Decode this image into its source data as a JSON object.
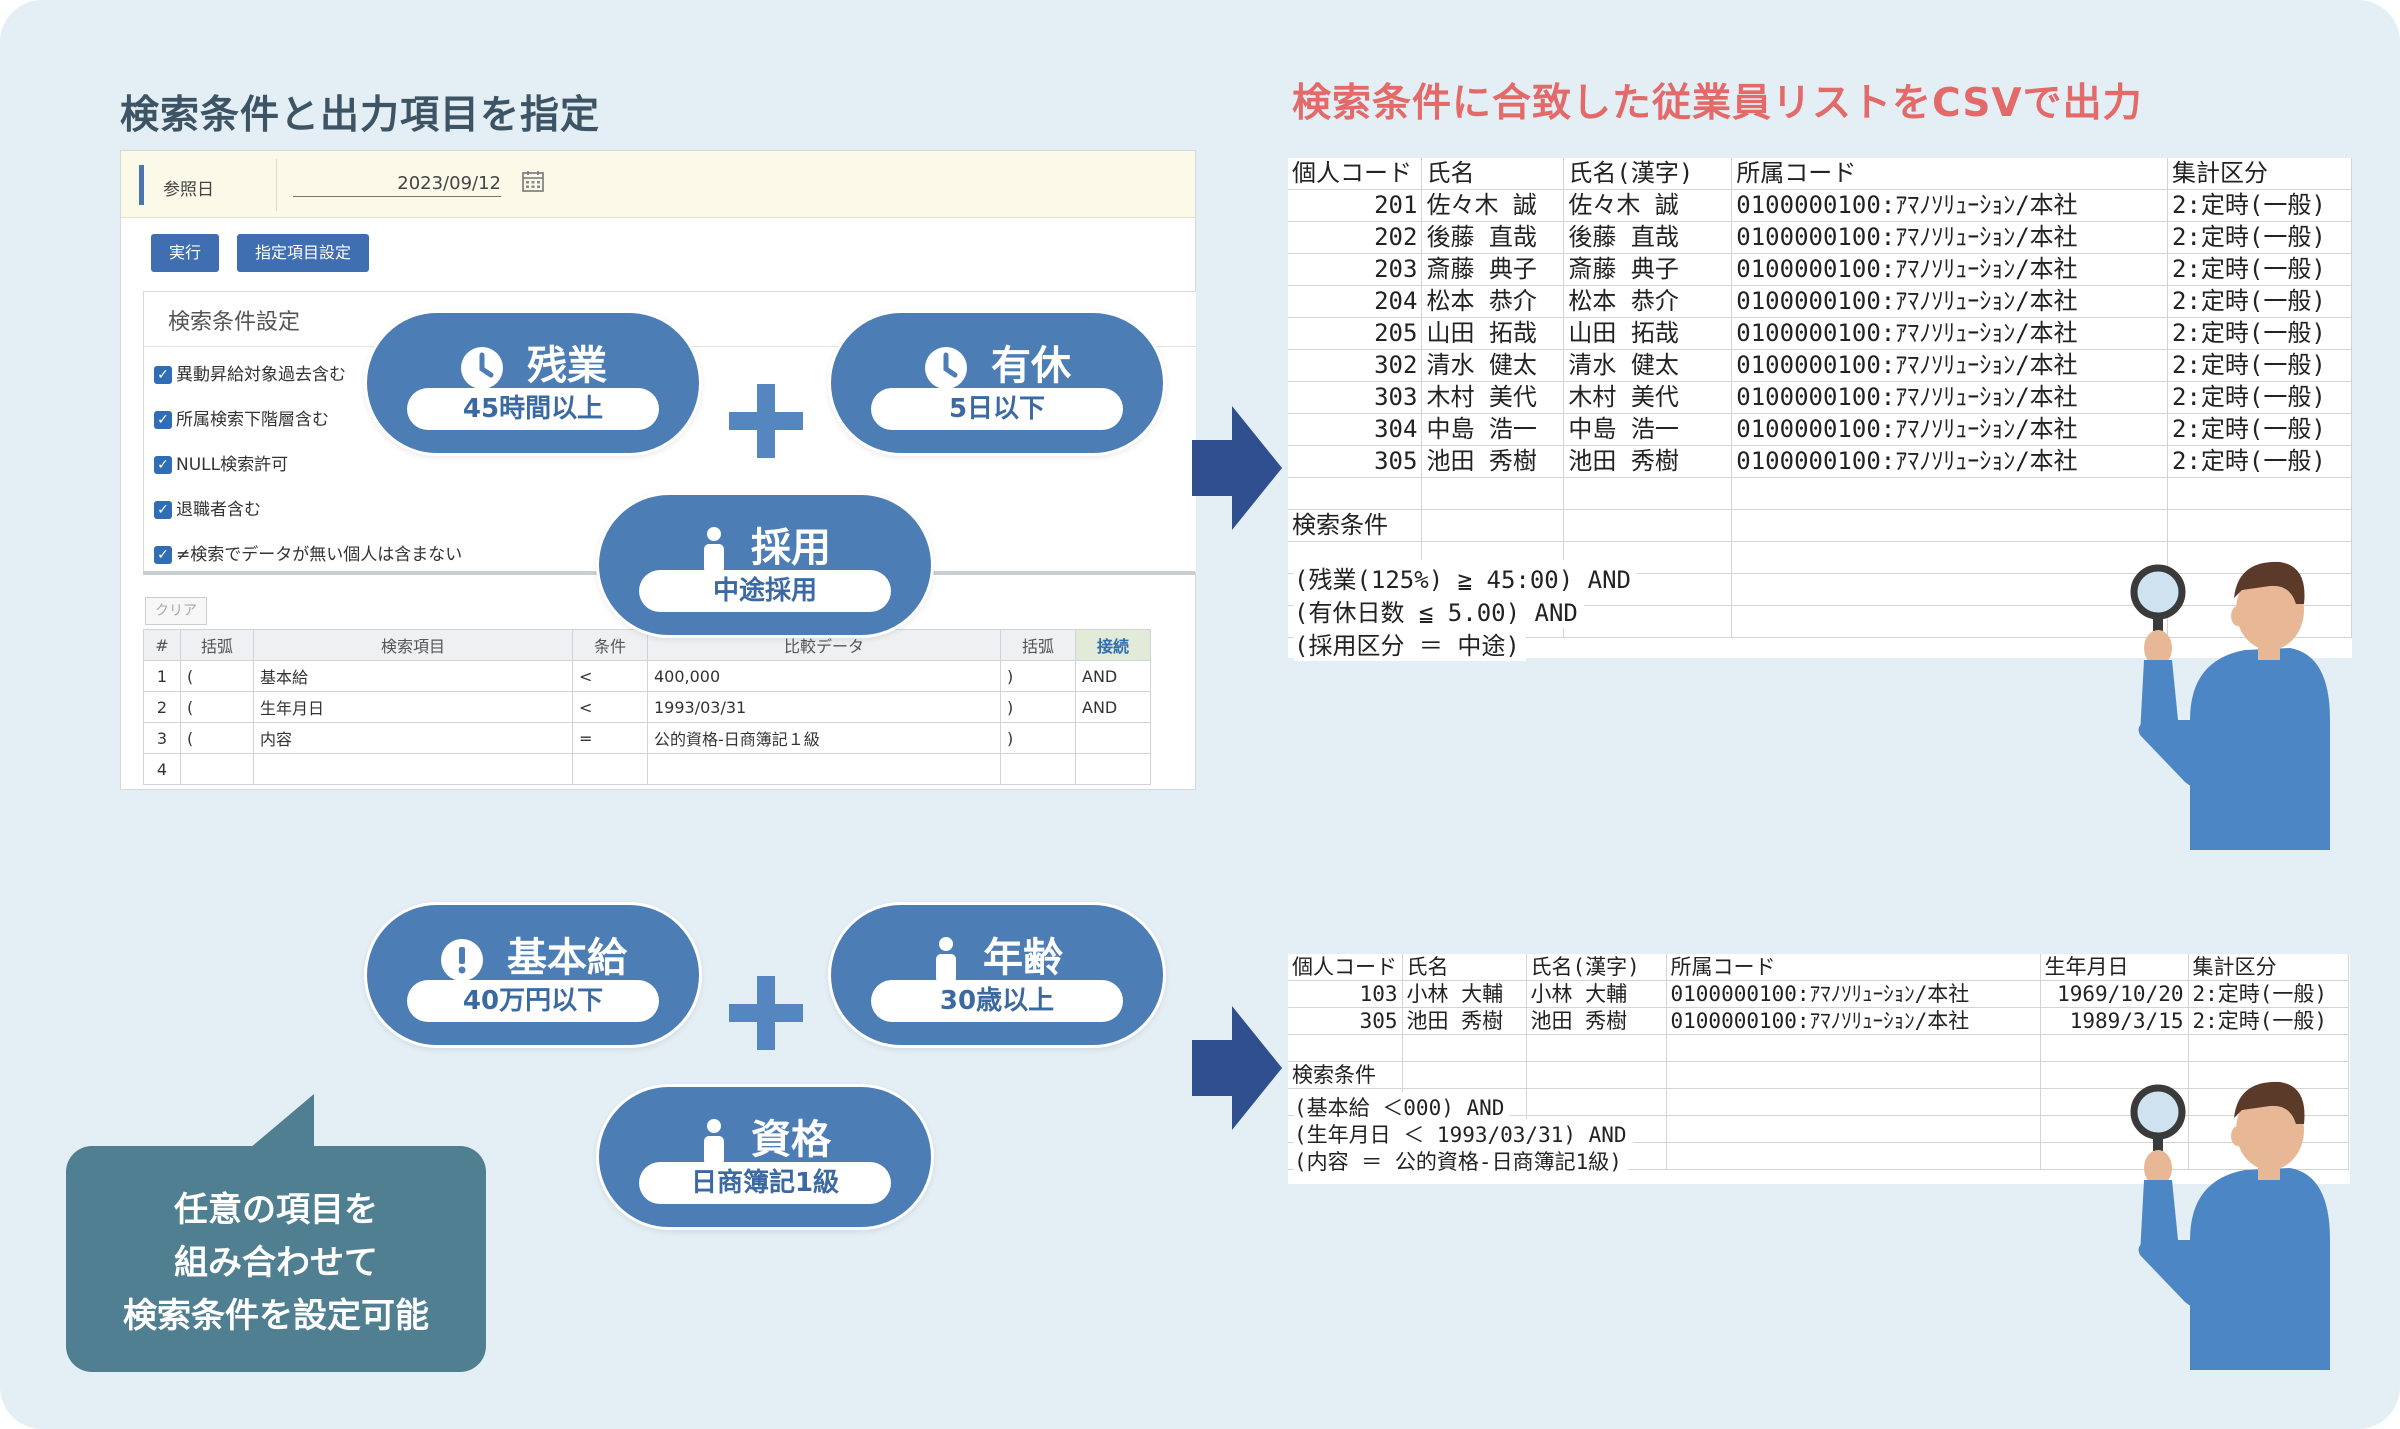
{
  "headings": {
    "left": "検索条件と出力項目を指定",
    "right": "検索条件に合致した従業員リストをCSVで出力"
  },
  "form": {
    "ref_label": "参照日",
    "ref_date": "2023/09/12",
    "run_button": "実行",
    "items_button": "指定項目設定",
    "panel_title": "検索条件設定",
    "checkboxes": [
      "異動昇給対象過去含む",
      "所属検索下階層含む",
      "NULL検索許可",
      "退職者含む",
      "≠検索でデータが無い個人は含まない"
    ],
    "clear_button": "クリア",
    "grid_headers": [
      "#",
      "括弧",
      "検索項目",
      "条件",
      "比較データ",
      "括弧",
      "接続"
    ],
    "grid_rows": [
      [
        "1",
        "(",
        "基本給",
        "<",
        "400,000",
        ")",
        "AND"
      ],
      [
        "2",
        "(",
        "生年月日",
        "<",
        "1993/03/31",
        ")",
        "AND"
      ],
      [
        "3",
        "(",
        "内容",
        "=",
        "公的資格-日商簿記１級",
        ")",
        ""
      ],
      [
        "4",
        "",
        "",
        "",
        "",
        "",
        ""
      ]
    ]
  },
  "pills_top": {
    "overtime": {
      "title": "残業",
      "value": "45時間以上",
      "icon": "clock-icon"
    },
    "leave": {
      "title": "有休",
      "value": "5日以下",
      "icon": "clock-icon"
    },
    "hiring": {
      "title": "採用",
      "value": "中途採用",
      "icon": "person-icon"
    }
  },
  "pills_bottom": {
    "salary": {
      "title": "基本給",
      "value": "40万円以下",
      "icon": "exclamation-icon"
    },
    "age": {
      "title": "年齢",
      "value": "30歳以上",
      "icon": "person-icon"
    },
    "qualification": {
      "title": "資格",
      "value": "日商簿記1級",
      "icon": "person-icon"
    }
  },
  "sheet1": {
    "headers": [
      "個人コード",
      "氏名",
      "氏名(漢字)",
      "所属コード",
      "集計区分"
    ],
    "rows": [
      [
        "201",
        "佐々木 誠",
        "佐々木 誠",
        "0100000100:ｱﾏﾉｿﾘｭｰｼｮﾝ/本社",
        "2:定時(一般)"
      ],
      [
        "202",
        "後藤 直哉",
        "後藤 直哉",
        "0100000100:ｱﾏﾉｿﾘｭｰｼｮﾝ/本社",
        "2:定時(一般)"
      ],
      [
        "203",
        "斎藤 典子",
        "斎藤 典子",
        "0100000100:ｱﾏﾉｿﾘｭｰｼｮﾝ/本社",
        "2:定時(一般)"
      ],
      [
        "204",
        "松本 恭介",
        "松本 恭介",
        "0100000100:ｱﾏﾉｿﾘｭｰｼｮﾝ/本社",
        "2:定時(一般)"
      ],
      [
        "205",
        "山田 拓哉",
        "山田 拓哉",
        "0100000100:ｱﾏﾉｿﾘｭｰｼｮﾝ/本社",
        "2:定時(一般)"
      ],
      [
        "302",
        "清水 健太",
        "清水 健太",
        "0100000100:ｱﾏﾉｿﾘｭｰｼｮﾝ/本社",
        "2:定時(一般)"
      ],
      [
        "303",
        "木村 美代",
        "木村 美代",
        "0100000100:ｱﾏﾉｿﾘｭｰｼｮﾝ/本社",
        "2:定時(一般)"
      ],
      [
        "304",
        "中島 浩一",
        "中島 浩一",
        "0100000100:ｱﾏﾉｿﾘｭｰｼｮﾝ/本社",
        "2:定時(一般)"
      ],
      [
        "305",
        "池田 秀樹",
        "池田 秀樹",
        "0100000100:ｱﾏﾉｿﾘｭｰｼｮﾝ/本社",
        "2:定時(一般)"
      ]
    ],
    "conditions_label": "検索条件",
    "conditions": [
      "(残業(125%) ≧ 45:00) AND",
      "(有休日数 ≦ 5.00) AND",
      "(採用区分 ＝ 中途)"
    ]
  },
  "sheet2": {
    "headers": [
      "個人コード",
      "氏名",
      "氏名(漢字)",
      "所属コード",
      "生年月日",
      "集計区分"
    ],
    "rows": [
      [
        "103",
        "小林 大輔",
        "小林 大輔",
        "0100000100:ｱﾏﾉｿﾘｭｰｼｮﾝ/本社",
        "1969/10/20",
        "2:定時(一般)"
      ],
      [
        "305",
        "池田 秀樹",
        "池田 秀樹",
        "0100000100:ｱﾏﾉｿﾘｭｰｼｮﾝ/本社",
        "1989/3/15",
        "2:定時(一般)"
      ]
    ],
    "conditions_label": "検索条件",
    "conditions": [
      "(基本給 ＜000) AND",
      "(生年月日 ＜ 1993/03/31) AND",
      "(内容 ＝ 公的資格-日商簿記1級)"
    ]
  },
  "callout": {
    "lines": [
      "任意の項目を",
      "組み合わせて",
      "検索条件を設定可能"
    ]
  },
  "colors": {
    "background": "#e3eef5",
    "pill": "#4d7db5",
    "heading_left": "#3d5465",
    "heading_right": "#e46a6a",
    "callout": "#507f92",
    "arrow": "#2f4f8f"
  }
}
